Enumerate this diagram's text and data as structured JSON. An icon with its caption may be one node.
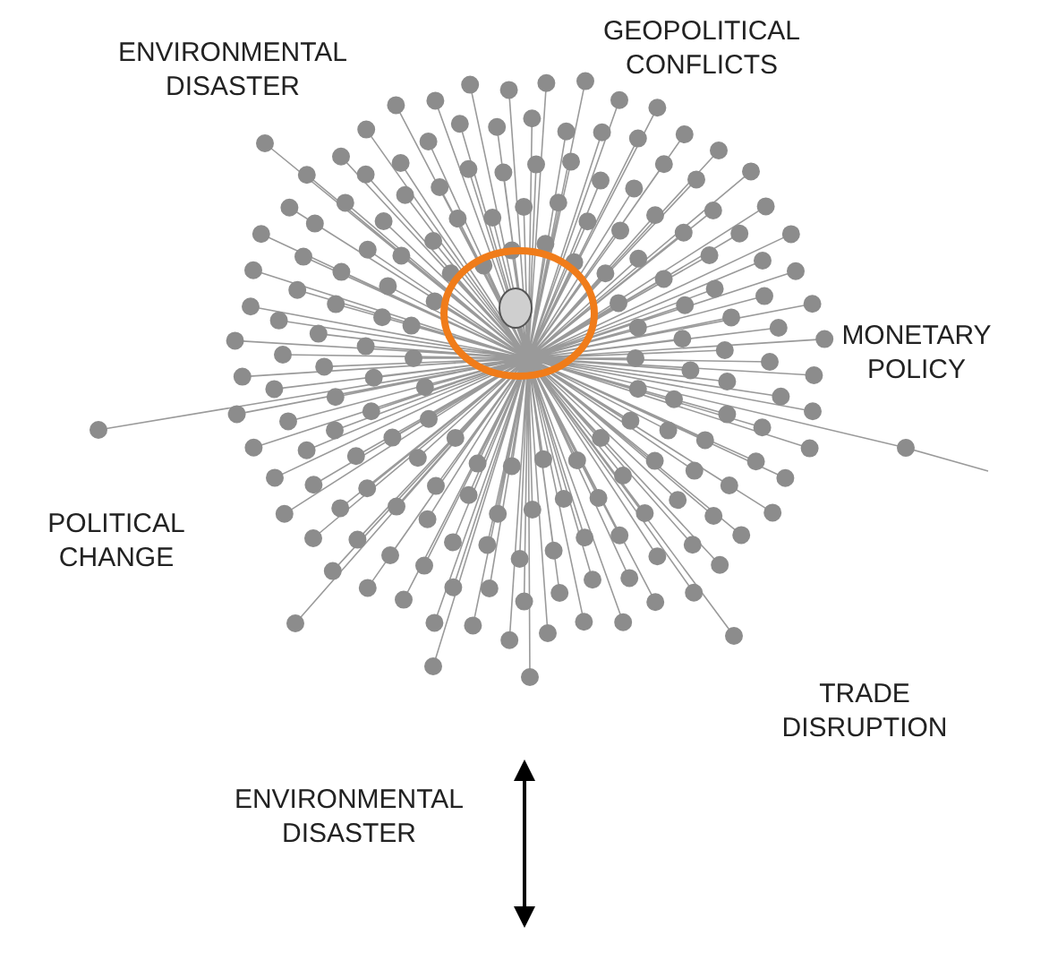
{
  "diagram": {
    "labels": [
      "ENVIRONMENTAL DISASTER",
      "GEOPOLITICAL CONFLICTS",
      "MONETARY POLICY",
      "POLITICAL CHANGE",
      "TRADE DISRUPTION",
      "ENVIRONMENTAL DISASTER"
    ]
  }
}
